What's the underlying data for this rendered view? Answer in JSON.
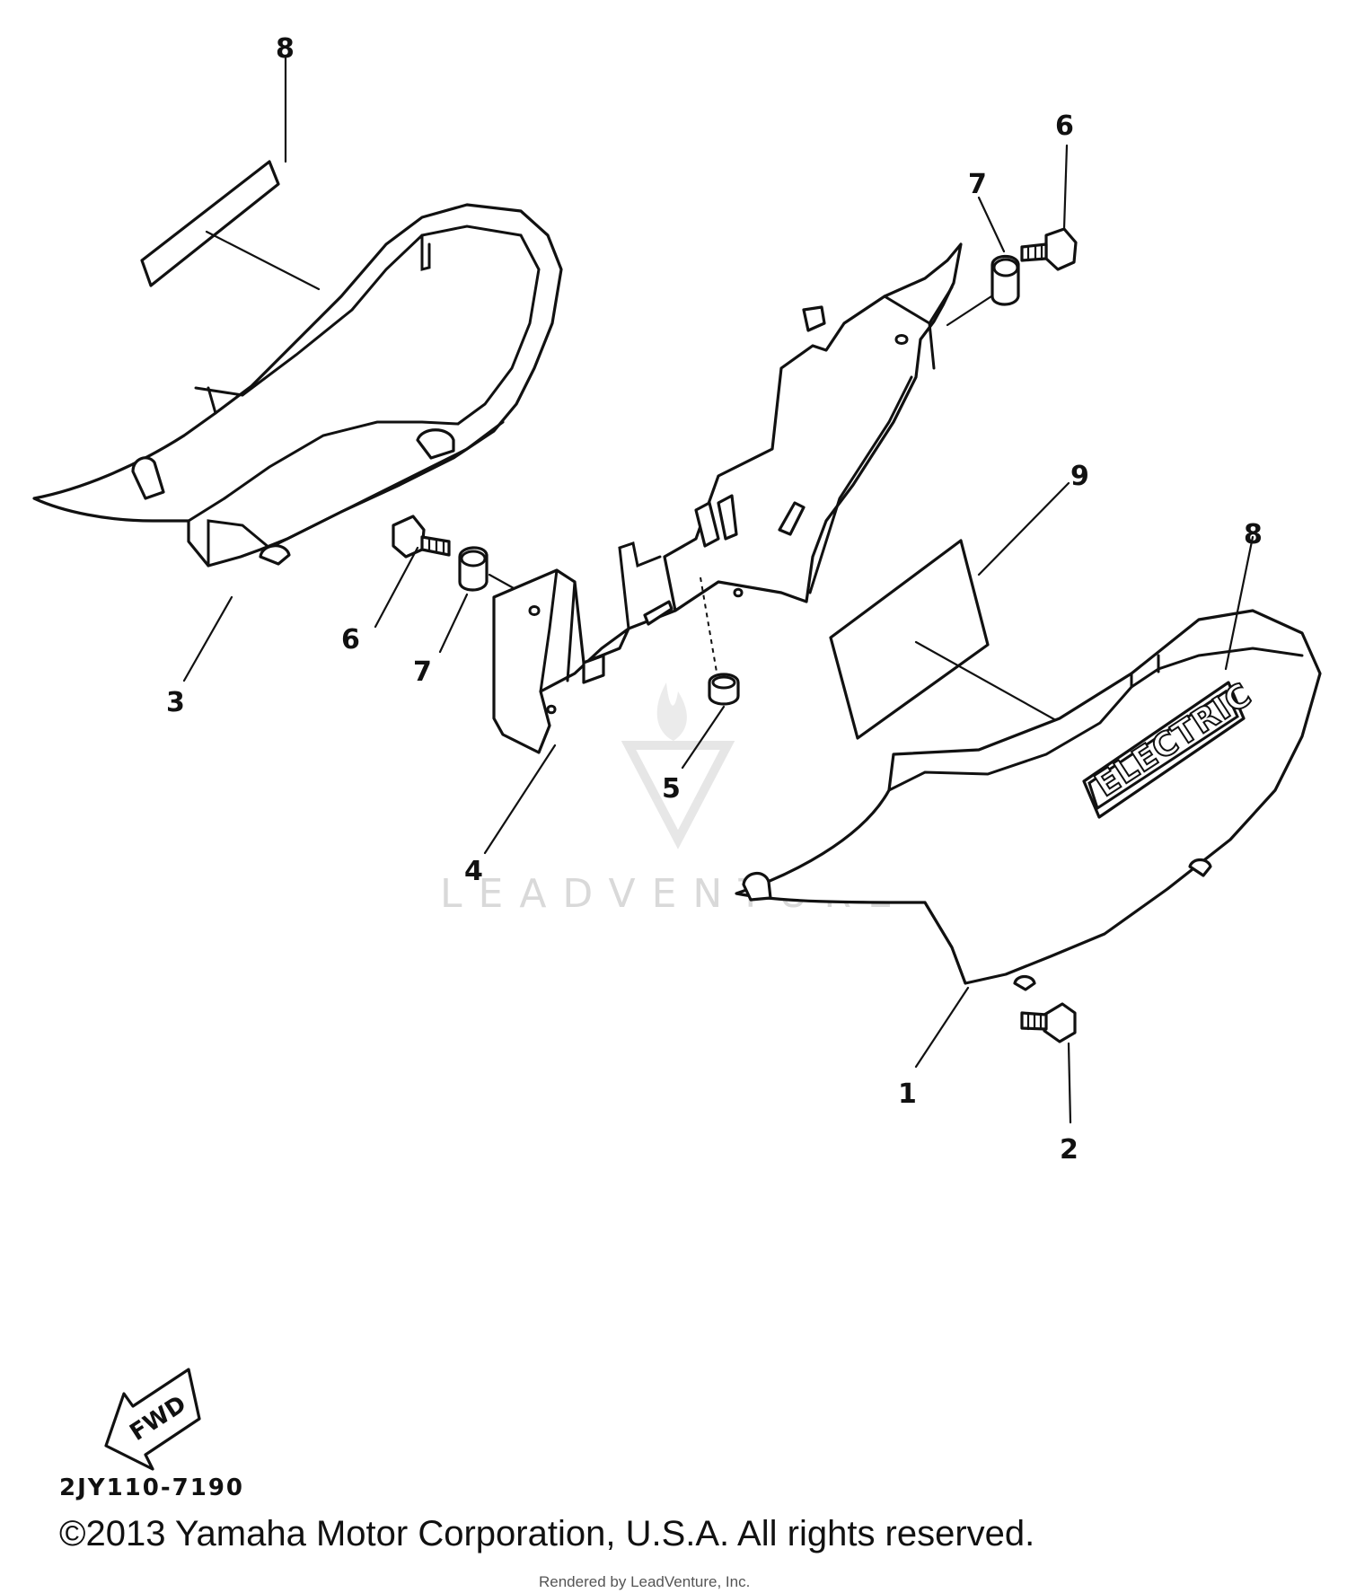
{
  "callouts": {
    "c1": "1",
    "c2": "2",
    "c3": "3",
    "c4": "4",
    "c5": "5",
    "c6_left": "6",
    "c6_right": "6",
    "c7_left": "7",
    "c7_right": "7",
    "c8_left": "8",
    "c8_right": "8",
    "c9": "9"
  },
  "labels": {
    "cover_emblem": "ELECTRIC",
    "fwd_arrow": "FWD"
  },
  "diagram_code": "2JY110-7190",
  "copyright": "©2013 Yamaha Motor Corporation, U.S.A. All rights reserved.",
  "rendered_by": "Rendered by LeadVenture, Inc.",
  "watermark": {
    "text": "LEADVENTURE",
    "color": "#d9d9d9"
  },
  "colors": {
    "ink": "#111111",
    "background": "#ffffff"
  }
}
